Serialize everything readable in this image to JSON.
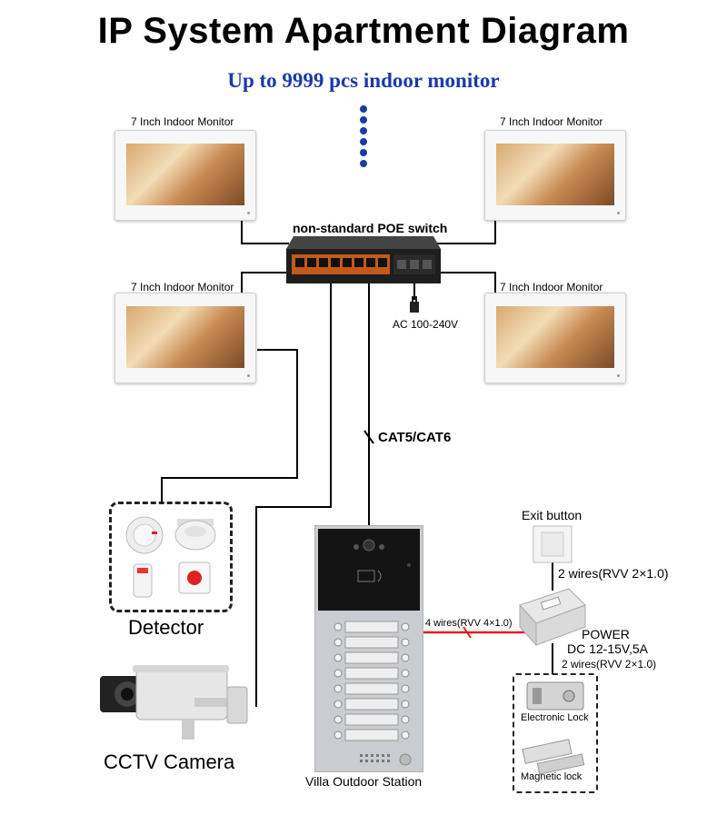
{
  "title": "IP System Apartment Diagram",
  "subtitle": "Up to 9999 pcs indoor monitor",
  "monitors": [
    {
      "label": "7 Inch Indoor Monitor"
    },
    {
      "label": "7 Inch Indoor Monitor"
    },
    {
      "label": "7 Inch Indoor Monitor"
    },
    {
      "label": "7 Inch Indoor Monitor"
    }
  ],
  "switch": {
    "label": "non-standard POE switch",
    "power_label": "AC 100-240V"
  },
  "cable_label": "CAT5/CAT6",
  "detector_label": "Detector",
  "camera_label": "CCTV Camera",
  "outdoor_station_label": "Villa Outdoor Station",
  "outdoor_station_buttons": 8,
  "wires_lock_station": "4 wires(RVV 4×1.0)",
  "exit_button": {
    "label": "Exit button",
    "wires": "2 wires(RVV 2×1.0)"
  },
  "power": {
    "label": "POWER",
    "spec": "DC 12-15V,5A",
    "wires": "2 wires(RVV 2×1.0)"
  },
  "locks": [
    {
      "label": "Electronic Lock"
    },
    {
      "label": "Magnetic lock"
    }
  ],
  "colors": {
    "subtitle": "#1a3aa8",
    "dots": "#1a3aa8",
    "lock_wire": "#e02020",
    "lines": "#000000"
  }
}
